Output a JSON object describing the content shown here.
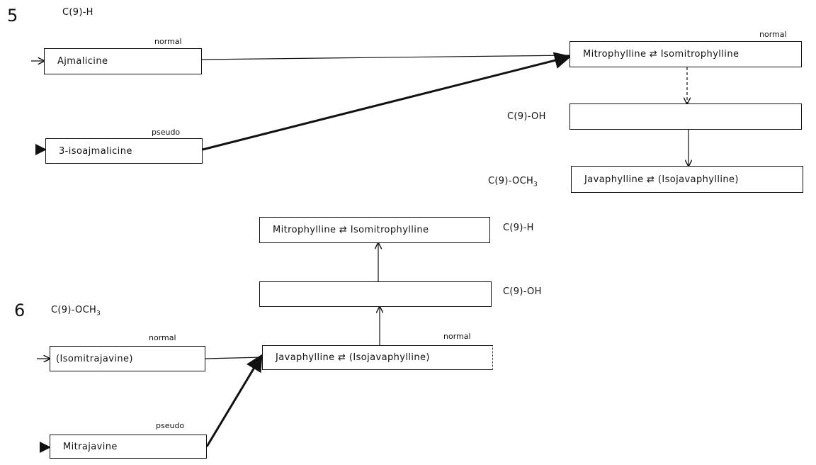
{
  "panel5": {
    "number": "5",
    "group_label": "C(9)-H",
    "left_boxes": [
      {
        "label": "Ajmalicine",
        "tag": "normal"
      },
      {
        "label": "3-isoajmalicine",
        "tag": "pseudo"
      }
    ],
    "right_column": {
      "top": {
        "label": "Mitrophylline ⇄ Isomitrophylline",
        "tag": "normal"
      },
      "middle": {
        "label": "",
        "side_label": "C(9)-OH"
      },
      "bottom": {
        "label": "Javaphylline ⇄ (Isojavaphylline)",
        "side_label_main": "C(9)-OCH",
        "side_label_sub": "3"
      }
    }
  },
  "panel6": {
    "number": "6",
    "group_label_main": "C(9)-OCH",
    "group_label_sub": "3",
    "left_boxes": [
      {
        "label": "(Isomitrajavine)",
        "tag": "normal"
      },
      {
        "label": "Mitrajavine",
        "tag": "pseudo"
      }
    ],
    "center_column": {
      "top": {
        "label": "Mitrophylline ⇄ Isomitrophylline",
        "side_label": "C(9)-H"
      },
      "middle": {
        "label": "",
        "side_label": "C(9)-OH"
      },
      "bottom": {
        "label": "Javaphylline ⇄ (Isojavaphylline)",
        "tag": "normal"
      }
    }
  }
}
